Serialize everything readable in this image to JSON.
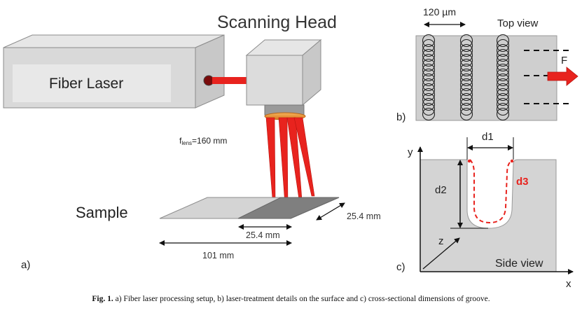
{
  "panel_a": {
    "title": "Scanning Head",
    "laser_label": "Fiber Laser",
    "lens_label_f": "f",
    "lens_label_sub": "lens",
    "lens_label_value": "=160 mm",
    "sample_label": "Sample",
    "dim_inner_width": "25.4 mm",
    "dim_depth": "25.4 mm",
    "dim_total_width": "101 mm",
    "panel_letter": "a)"
  },
  "panel_b": {
    "spacing_label": "120 µm",
    "view_label": "Top view",
    "feed_label": "F",
    "panel_letter": "b)"
  },
  "panel_c": {
    "width_label": "d1",
    "depth_label": "d2",
    "profile_label": "d3",
    "axis_y": "y",
    "axis_z": "z",
    "axis_x": "x",
    "view_label": "Side view",
    "panel_letter": "c)"
  },
  "caption": {
    "prefix": "Fig. 1.",
    "text": "a) Fiber laser processing setup, b) laser-treatment details on the surface and c) cross-sectional dimensions of groove."
  },
  "colors": {
    "laser_red": "#e8231e",
    "box_gray": "#d7d7d7",
    "lens_orange": "#e8902e",
    "dashed_red": "#e8231e"
  }
}
